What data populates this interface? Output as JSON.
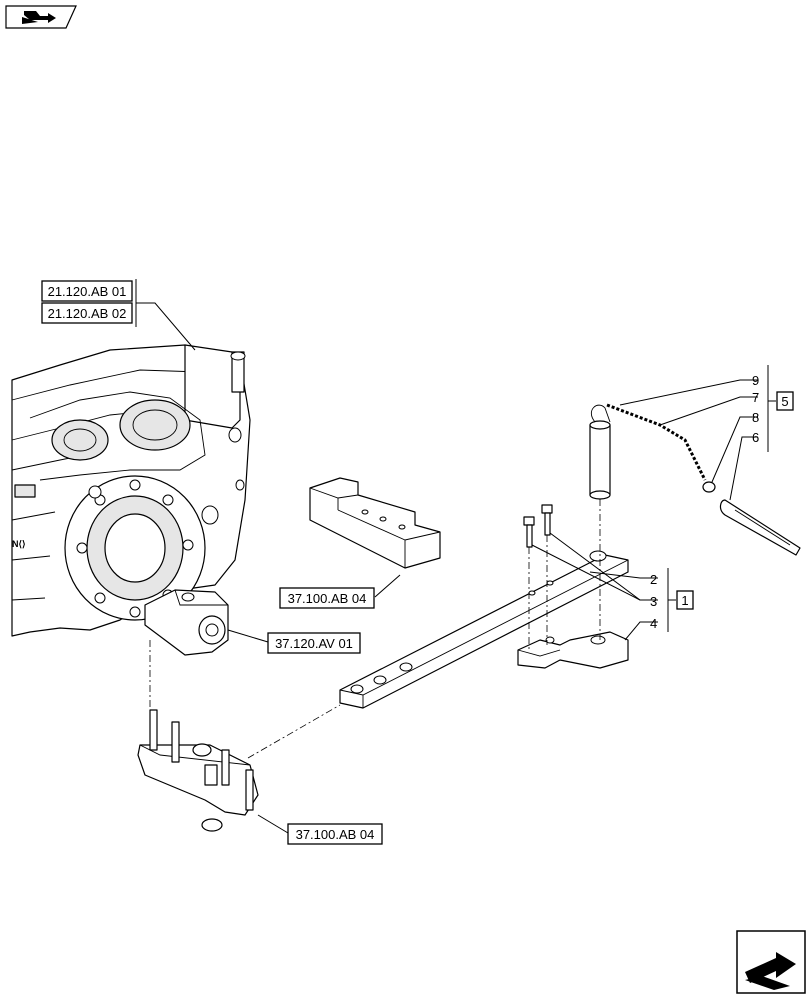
{
  "references": {
    "ref_a": "21.120.AB 01",
    "ref_b": "21.120.AB 02",
    "ref_c": "37.100.AB 04",
    "ref_d": "37.120.AV 01",
    "ref_e": "37.100.AB 04"
  },
  "callouts": {
    "n1": "1",
    "n2": "2",
    "n3": "3",
    "n4": "4",
    "n5": "5",
    "n6": "6",
    "n7": "7",
    "n8": "8",
    "n9": "9"
  },
  "icons": {
    "top_left": "previous-page-icon",
    "bottom_right": "next-page-icon"
  }
}
